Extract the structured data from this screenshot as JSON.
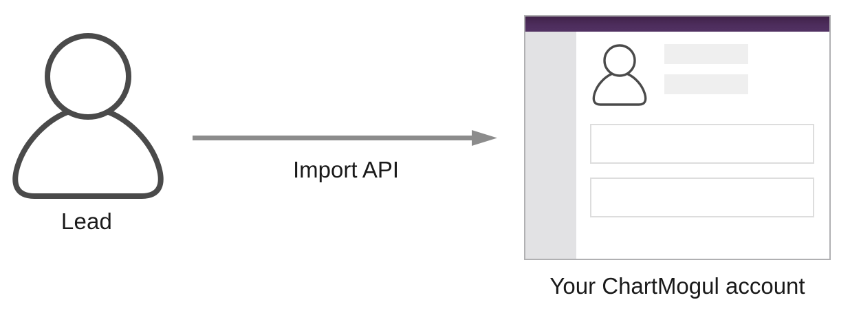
{
  "diagram": {
    "title": "Lead import flow to ChartMogul",
    "background_color": "#ffffff"
  },
  "source_node": {
    "label": "Lead",
    "icon": "person-outline-icon",
    "icon_stroke_color": "#4a4a4a"
  },
  "flow": {
    "label": "Import API",
    "direction": "left-to-right",
    "arrow_color": "#8c8c8c"
  },
  "target_node": {
    "caption": "Your ChartMogul account",
    "window": {
      "titlebar": {
        "color": "#4c2c5c",
        "gradient_from": "#412349",
        "gradient_to": "#523263"
      },
      "border_color": "#b0b0b2",
      "sidebar": {
        "name": "navigation-sidebar",
        "color": "#e2e2e4"
      },
      "content": {
        "avatar_icon": "person-outline-icon",
        "placeholder_bars": [
          {
            "name": "customer-name-placeholder",
            "color": "#efefef"
          },
          {
            "name": "customer-meta-placeholder",
            "color": "#efefef"
          }
        ],
        "form_boxes": [
          {
            "name": "subscription-panel",
            "value": "",
            "border_color": "#dddddd"
          },
          {
            "name": "activity-panel",
            "value": "",
            "border_color": "#dddddd"
          }
        ]
      }
    }
  }
}
